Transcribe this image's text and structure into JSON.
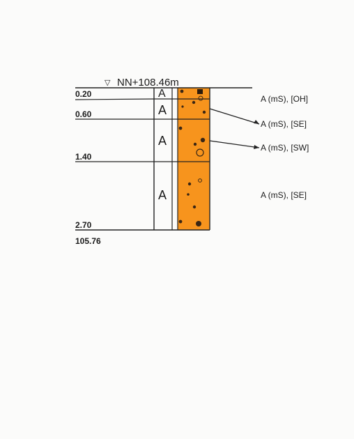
{
  "header": {
    "elevation_label": "NN+108.46m",
    "water_symbol": "▽"
  },
  "profile": {
    "depths": [
      "0.20",
      "0.60",
      "1.40",
      "2.70"
    ],
    "bottom_elevation": "105.76",
    "layer_codes": [
      "A",
      "A",
      "A",
      "A"
    ],
    "descriptions": [
      "A (mS), [OH]",
      "A (mS), [SE]",
      "A (mS), [SW]",
      "A (mS), [SE]"
    ]
  },
  "colors": {
    "fill": "#f7941d",
    "line": "#222222",
    "background": "#fbfbfa"
  }
}
